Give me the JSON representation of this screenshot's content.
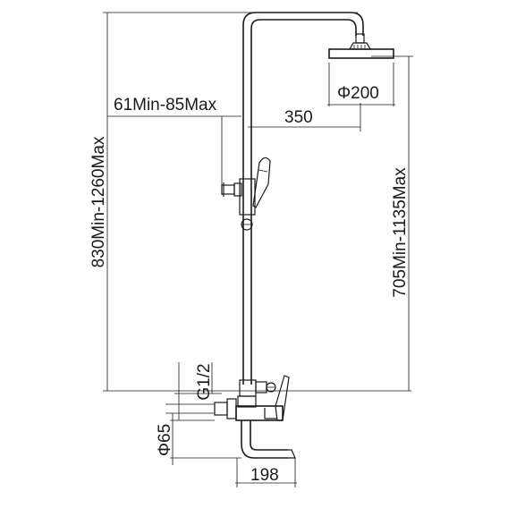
{
  "labels": {
    "total_height": "830Min-1260Max",
    "head_height": "705Min-1135Max",
    "offset": "61Min-85Max",
    "arm_length": "350",
    "head_diameter": "Φ200",
    "inlet_thread": "G1/2",
    "inlet_diameter": "Φ65",
    "spout_length": "198"
  }
}
